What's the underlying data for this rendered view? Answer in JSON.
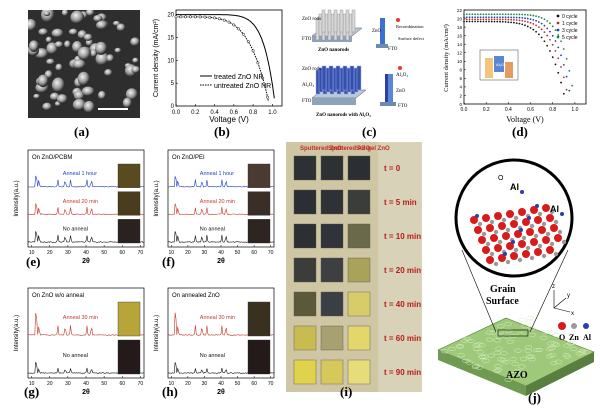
{
  "labels": {
    "a": "(a)",
    "b": "(b)",
    "c": "(c)",
    "d": "(d)",
    "e": "(e)",
    "f": "(f)",
    "g": "(g)",
    "h": "(h)",
    "i": "(i)",
    "j": "(j)"
  },
  "panel_b": {
    "ylabel": "Current density (mA/cm²)",
    "xlabel": "Voltage (V)",
    "legend": [
      "treated ZnO NR",
      "untreated ZnO NR"
    ],
    "yticks": [
      "0",
      "5",
      "10",
      "15",
      "20"
    ],
    "xticks": [
      "0.0",
      "0.2",
      "0.4",
      "0.6",
      "0.8",
      "1.0"
    ]
  },
  "panel_c": {
    "top": {
      "rods": "ZnO rods",
      "fto": "FTO",
      "caption": "ZnO nanorods",
      "zno": "ZnO",
      "recomb": "Recombination",
      "defect": "Surface defect",
      "fto2": "FTO"
    },
    "bottom": {
      "rods": "ZnO rods",
      "al": "Al₂O₃",
      "fto": "FTO",
      "caption": "ZnO nanorods with Al₂O₃",
      "al2": "Al₂O₃",
      "zno": "ZnO",
      "fto2": "FTO"
    }
  },
  "panel_d": {
    "ylabel": "Current density (mA/cm²)",
    "xlabel": "Voltage (V)",
    "legend": [
      "0 cycle",
      "1 cycle",
      "3 cycle",
      "5 cycle"
    ],
    "yticks": [
      "0",
      "2",
      "4",
      "6",
      "8",
      "10",
      "12",
      "14",
      "16",
      "18",
      "20",
      "22"
    ],
    "xticks": [
      "0.0",
      "0.2",
      "0.4",
      "0.6",
      "0.8",
      "1.0"
    ],
    "inset": "Al₂O₃"
  },
  "xrd": {
    "e": {
      "title": "On ZnO/PCBM",
      "traces": [
        "Anneal 1 hour",
        "Anneal 20 min",
        "No anneal"
      ]
    },
    "f": {
      "title": "On ZnO/PEI",
      "traces": [
        "Anneal 1 hour",
        "Anneal 20 min",
        "No anneal"
      ]
    },
    "g": {
      "title": "On ZnO w/o anneal",
      "traces": [
        "Anneal 30 min",
        "No anneal"
      ]
    },
    "h": {
      "title": "On annealed ZnO",
      "traces": [
        "Anneal 30 min",
        "No anneal"
      ]
    },
    "ylabel": "Intensity(a.u.)",
    "xlabel": "2θ",
    "xticks": [
      "10",
      "20",
      "30",
      "40",
      "50",
      "60",
      "70"
    ]
  },
  "panel_i": {
    "headers": [
      "Sputtered ZnO",
      "Sputtered AZO",
      "Sol-gel ZnO"
    ],
    "times": [
      "t = 0",
      "t = 5 min",
      "t = 10 min",
      "t = 20 min",
      "t = 40 min",
      "t = 60 min",
      "t = 90 min"
    ]
  },
  "panel_j": {
    "grain": "Grain",
    "surface": "Surface",
    "azo": "AZO",
    "al1": "Al",
    "al2": "Al",
    "o": "O",
    "legend": [
      "O",
      "Zn",
      "Al"
    ],
    "axes": [
      "z",
      "y",
      "x"
    ]
  },
  "colors": {
    "red_trace": "#c0392b",
    "blue_trace": "#1f3fbf",
    "black_trace": "#111111",
    "atom_o": "#d81b1b",
    "atom_zn": "#9a9a9a",
    "atom_al": "#2c3fa8",
    "azo_green": "#8fbf6a"
  }
}
